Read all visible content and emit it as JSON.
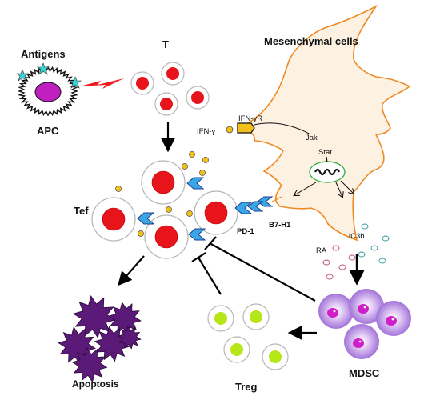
{
  "labels": {
    "antigens": "Antigens",
    "apc": "APC",
    "t": "T",
    "mesenchymal": "Mesenchymal cells",
    "ifn_gamma": "IFN-γ",
    "ifn_gamma_r": "IFN-γR",
    "jak": "Jak",
    "stat": "Stat",
    "tef": "Tef",
    "pd1": "PD-1",
    "b7h1": "B7-H1",
    "ra": "RA",
    "ic3b": "iC3b",
    "apoptosis": "Apoptosis",
    "treg": "Treg",
    "mdsc": "MDSC"
  },
  "colors": {
    "cell_red": "#e8141c",
    "cell_ring": "#b7b7b7",
    "mesenchymal_fill": "#fdf1e2",
    "mesenchymal_outline": "#ee8a25",
    "receptor_blue": "#39a7e6",
    "receptor_dark": "#1f3f8f",
    "molecule_yellow": "#f2c01a",
    "treg_green": "#b7e617",
    "mdsc_purple": "#b07fe0",
    "apoptosis_purple": "#5c1a78",
    "apc_magenta": "#c020c0",
    "antigen_star": "#37d4d8"
  }
}
